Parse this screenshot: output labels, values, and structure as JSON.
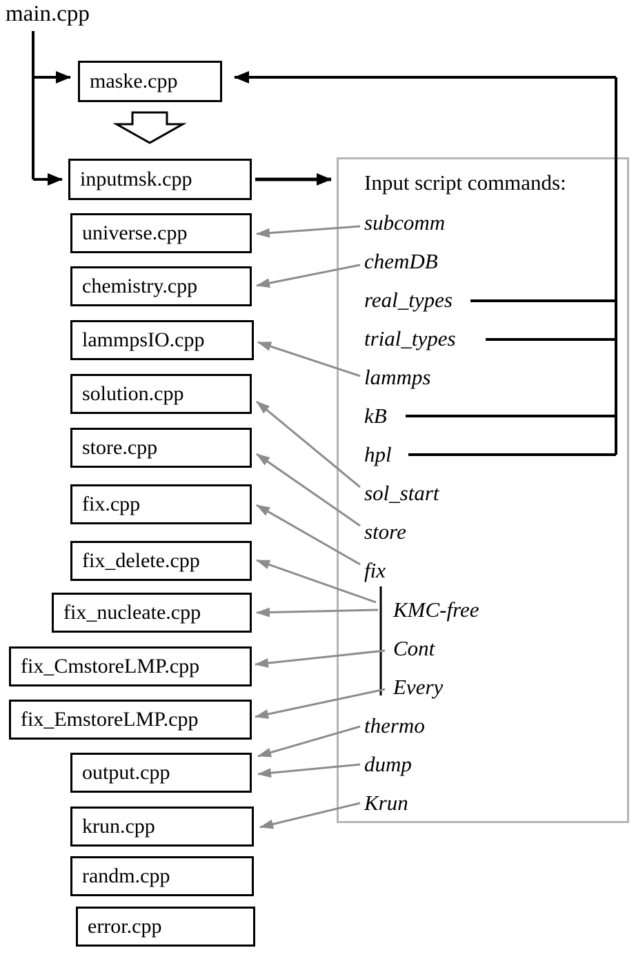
{
  "diagram": {
    "root_label": "main.cpp",
    "files": [
      {
        "label": "maske.cpp"
      },
      {
        "label": "inputmsk.cpp"
      },
      {
        "label": "universe.cpp"
      },
      {
        "label": "chemistry.cpp"
      },
      {
        "label": "lammpsIO.cpp"
      },
      {
        "label": "solution.cpp"
      },
      {
        "label": "store.cpp"
      },
      {
        "label": "fix.cpp"
      },
      {
        "label": "fix_delete.cpp"
      },
      {
        "label": "fix_nucleate.cpp"
      },
      {
        "label": "fix_CmstoreLMP.cpp"
      },
      {
        "label": "fix_EmstoreLMP.cpp"
      },
      {
        "label": "output.cpp"
      },
      {
        "label": "krun.cpp"
      },
      {
        "label": "randm.cpp"
      },
      {
        "label": "error.cpp"
      }
    ],
    "panel": {
      "heading": "Input script commands:",
      "commands": [
        "subcomm",
        "chemDB",
        "real_types",
        "trial_types",
        "lammps",
        "kB",
        "hpl",
        "sol_start",
        "store",
        "fix",
        "KMC-free",
        "Cont",
        "Every",
        "thermo",
        "dump",
        "Krun"
      ]
    },
    "colors": {
      "arrow_gray": "#8c8c8c",
      "panel_border": "#b5b5b5",
      "line_black": "#000000"
    }
  }
}
